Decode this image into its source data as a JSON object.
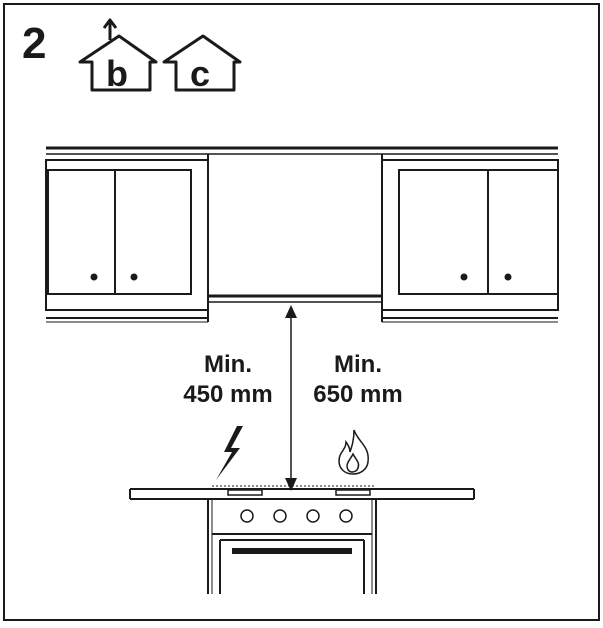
{
  "step": {
    "number": "2"
  },
  "vent_modes": [
    {
      "letter": "b",
      "icon": "house-extraction-icon"
    },
    {
      "letter": "c",
      "icon": "house-recirculation-icon"
    }
  ],
  "clearances": {
    "electric": {
      "line1": "Min.",
      "line2": "450 mm",
      "icon": "lightning-icon"
    },
    "gas": {
      "line1": "Min.",
      "line2": "650 mm",
      "icon": "flame-icon"
    }
  },
  "colors": {
    "ink": "#1a1a1a",
    "background": "#ffffff"
  }
}
